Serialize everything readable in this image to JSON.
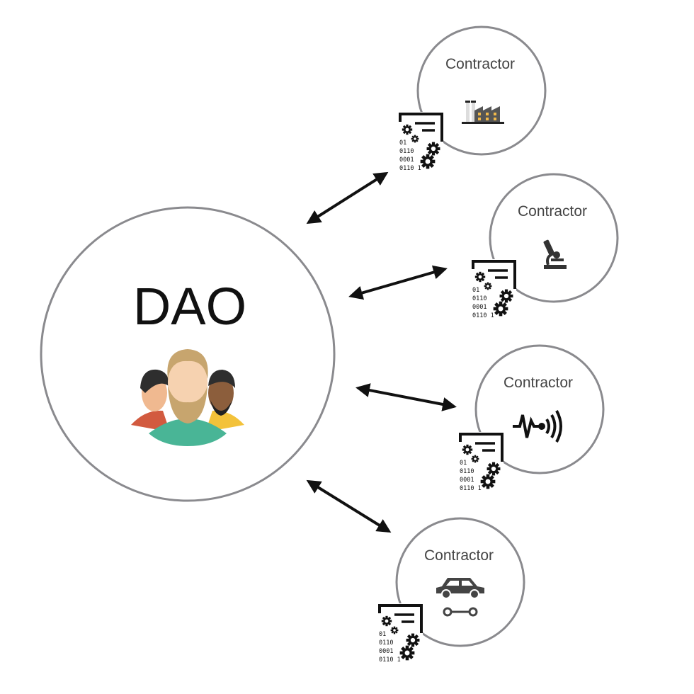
{
  "dao": {
    "title": "DAO",
    "icon": "people-group-icon"
  },
  "contractors": [
    {
      "label": "Contractor",
      "icon": "factory-icon"
    },
    {
      "label": "Contractor",
      "icon": "microscope-icon"
    },
    {
      "label": "Contractor",
      "icon": "signal-wave-icon"
    },
    {
      "label": "Contractor",
      "icon": "car-icon"
    }
  ],
  "smart_contract": {
    "icon": "smart-contract-icon",
    "binary": [
      "01",
      "0110",
      "0001",
      "0110 1"
    ]
  },
  "colors": {
    "circle": "#8a8a8e",
    "arrow": "#111111"
  }
}
